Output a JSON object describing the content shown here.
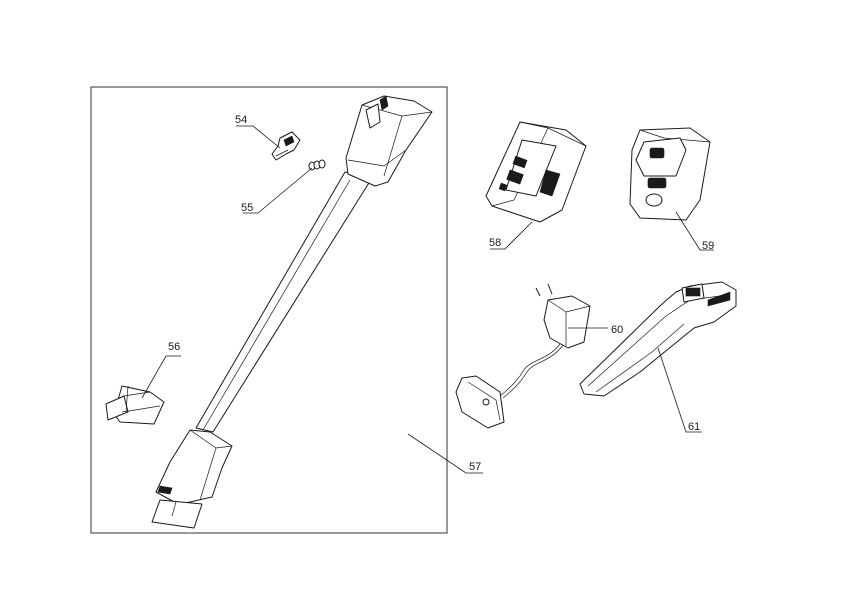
{
  "callouts": {
    "c54": "54",
    "c55": "55",
    "c56": "56",
    "c57": "57",
    "c58": "58",
    "c59": "59",
    "c60": "60",
    "c61": "61"
  },
  "colors": {
    "line": "#1a1a1a",
    "background": "#ffffff"
  }
}
